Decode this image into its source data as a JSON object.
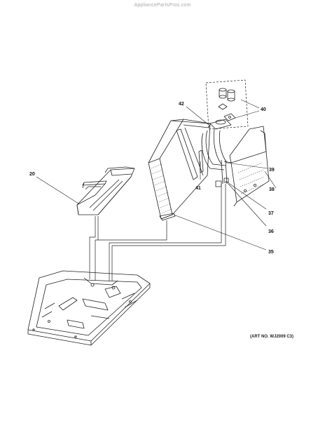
{
  "watermark": "AppliancePartsPros.com",
  "art_number": "(ART NO. WJ2009 C3)",
  "callouts": [
    {
      "id": "20",
      "label": "20"
    },
    {
      "id": "35",
      "label": "35"
    },
    {
      "id": "36",
      "label": "36"
    },
    {
      "id": "37",
      "label": "37"
    },
    {
      "id": "38",
      "label": "38"
    },
    {
      "id": "39",
      "label": "39"
    },
    {
      "id": "40",
      "label": "40"
    },
    {
      "id": "41",
      "label": "41"
    },
    {
      "id": "42",
      "label": "42"
    }
  ]
}
